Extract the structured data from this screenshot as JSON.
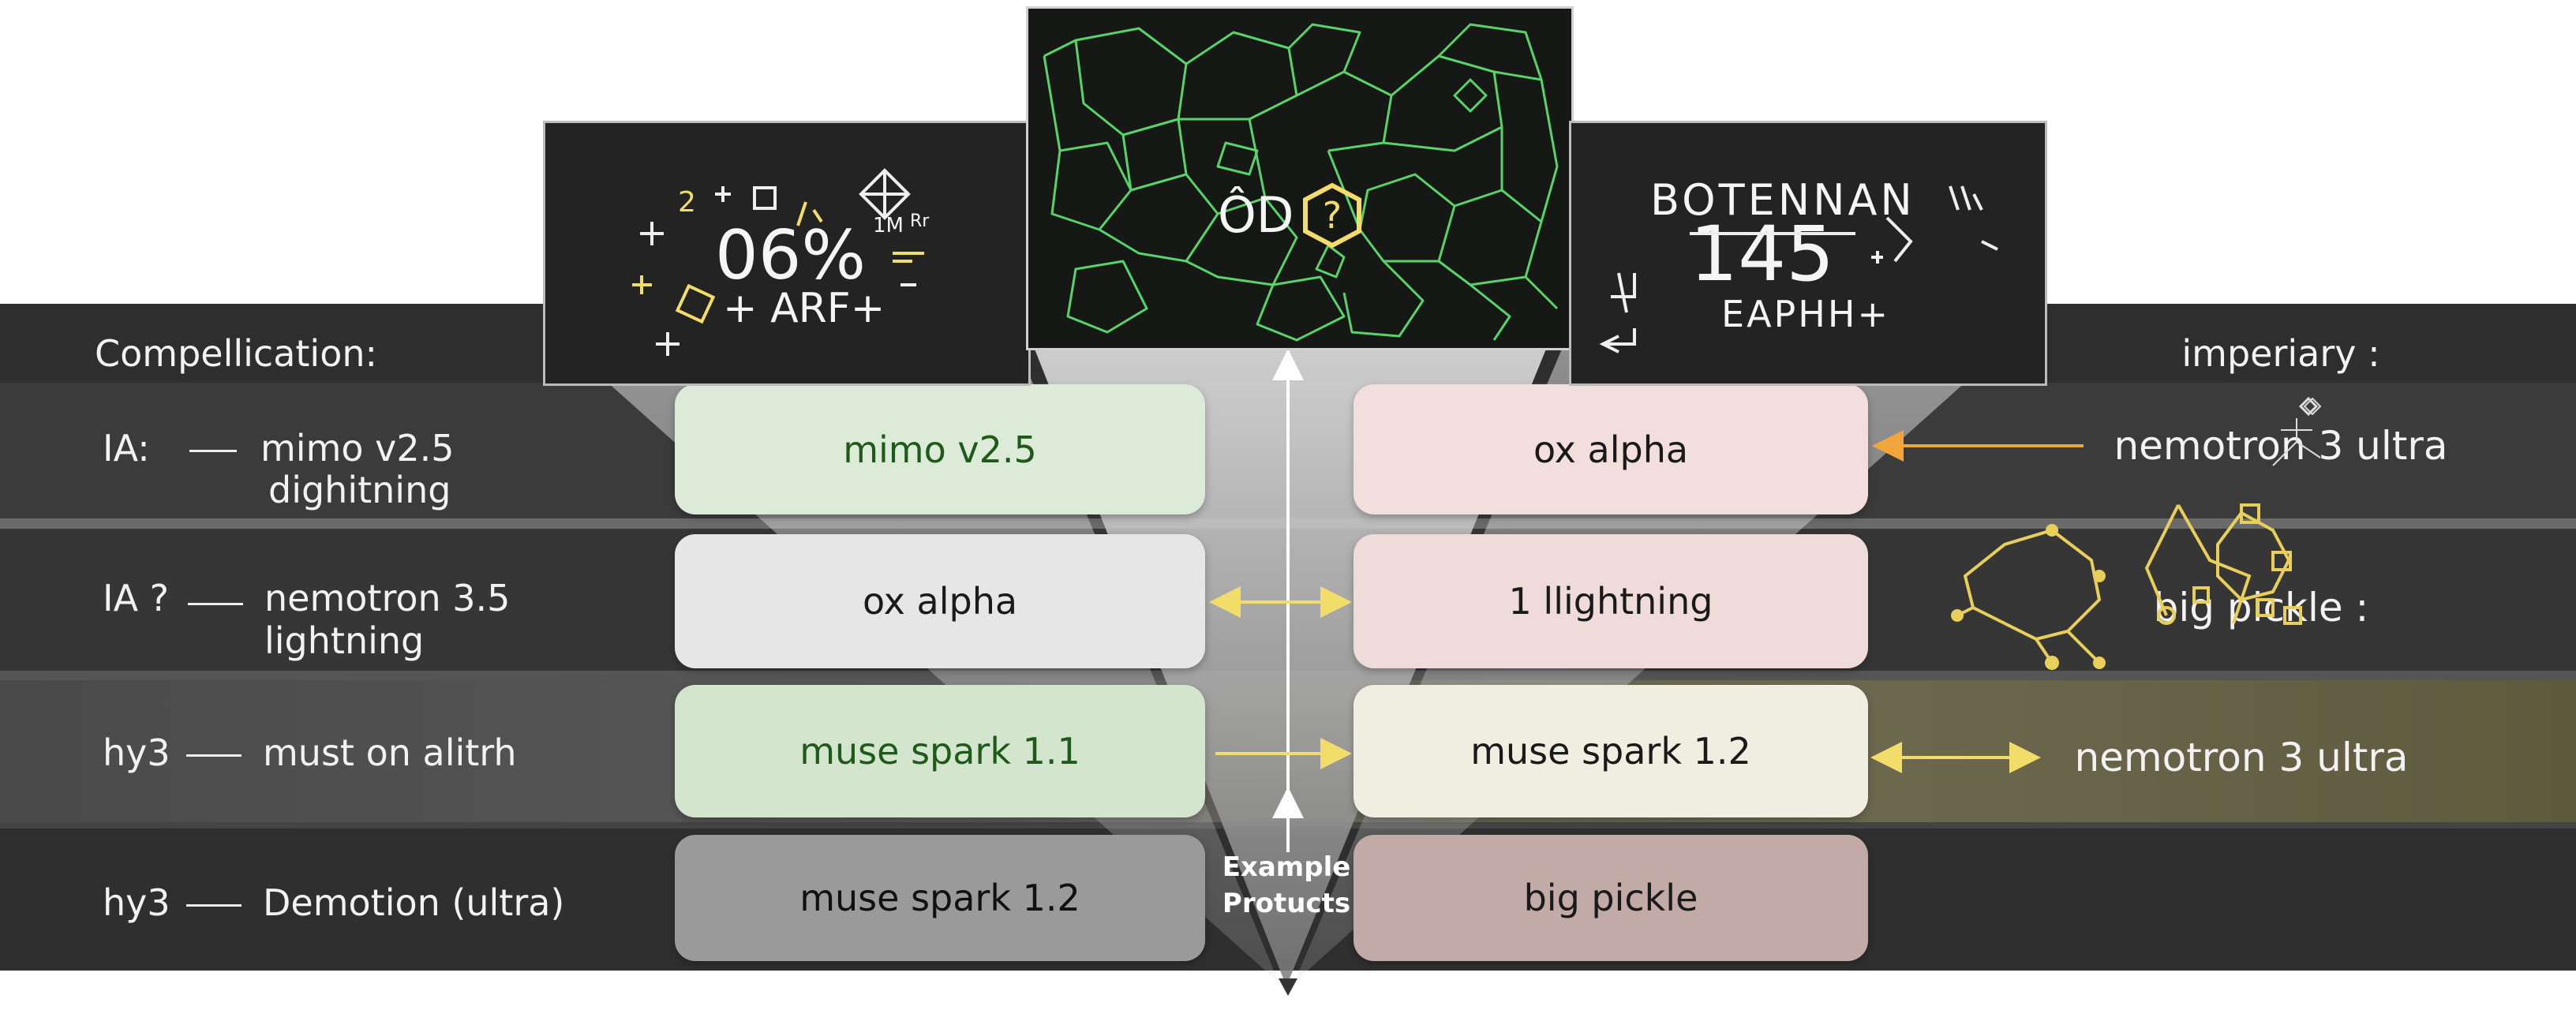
{
  "left_header": "Compellication:",
  "right_header": "imperiary :",
  "panels": {
    "left": {
      "main": "06%",
      "sub": "+ ARF+",
      "small_2": "2",
      "small_1m": "1M",
      "small_r": "Rr"
    },
    "center": {
      "label": "ÔD"
    },
    "right": {
      "top": "BOTENNAN",
      "main": "145",
      "sub": "EAPHH+"
    }
  },
  "left_labels": [
    {
      "prefix": "IA:",
      "text": "mimo v2.5",
      "text2": "dighitning"
    },
    {
      "prefix": "IA ?",
      "text": "nemotron 3.5",
      "text2": "lightning"
    },
    {
      "prefix": "hy3",
      "text": "must on alitrh",
      "text2": ""
    },
    {
      "prefix": "hy3",
      "text": "Demotion (ultra)",
      "text2": ""
    }
  ],
  "left_boxes": [
    "mimo v2.5",
    "ox alpha",
    "muse spark 1.1",
    "muse spark 1.2"
  ],
  "right_boxes": [
    "ox alpha",
    "1 llightning",
    "muse spark 1.2",
    "big pickle"
  ],
  "right_labels": [
    "nemotron 3 ultra",
    "big pickle :",
    "nemotron 3 ultra"
  ],
  "center_caption": [
    "Example",
    "Protucts"
  ],
  "colors": {
    "dark_band": "#3a3a3a",
    "olive_band": "#5c5a3c",
    "green_box": "#dcebd7",
    "green_text": "#1f5a1a",
    "pink_box": "#f2dedc",
    "yellow_accent": "#f3dd6a",
    "orange_arrow": "#f2a53a",
    "graph_green": "#58d36a"
  }
}
